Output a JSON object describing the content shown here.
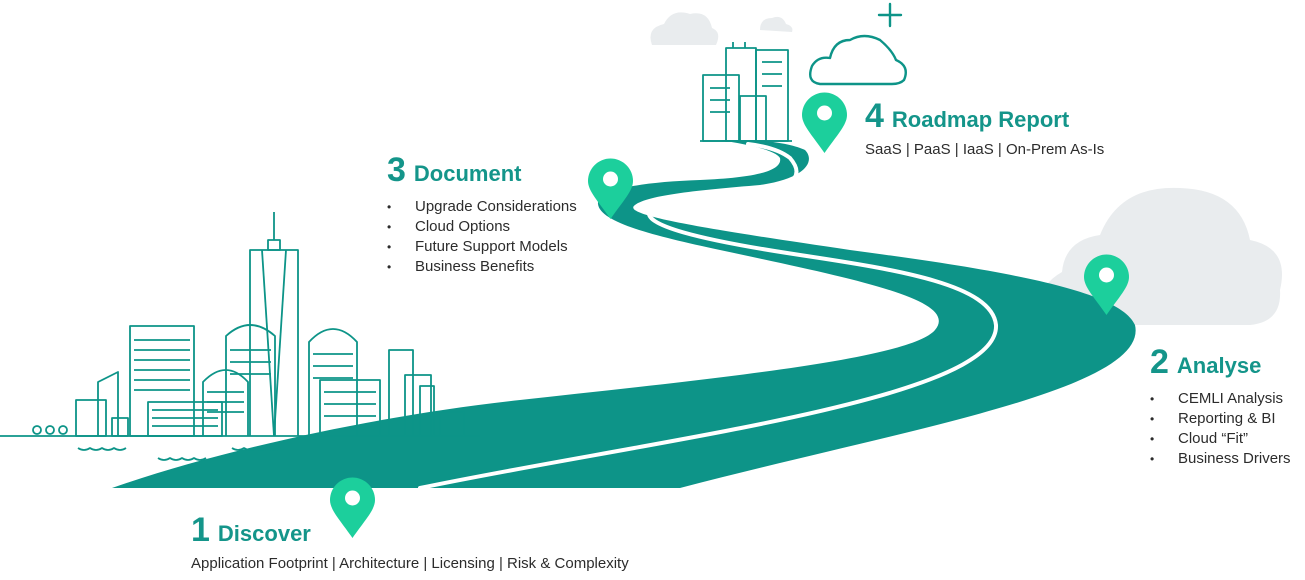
{
  "colors": {
    "road": "#0d9488",
    "road_dark": "#0a8178",
    "lines": "#0d9488",
    "pin": "#1ccf9c",
    "heading": "#14958a",
    "text": "#2c2c2c",
    "cloud": "#e9ecee"
  },
  "steps": [
    {
      "number": "1",
      "title": "Discover",
      "subtitle": "Application Footprint | Architecture | Licensing | Risk & Complexity",
      "bullets": []
    },
    {
      "number": "2",
      "title": "Analyse",
      "subtitle": "",
      "bullets": [
        "CEMLI Analysis",
        "Reporting & BI",
        "Cloud “Fit”",
        "Business Drivers"
      ]
    },
    {
      "number": "3",
      "title": "Document",
      "subtitle": "",
      "bullets": [
        "Upgrade Considerations",
        "Cloud Options",
        "Future Support Models",
        "Business Benefits"
      ]
    },
    {
      "number": "4",
      "title": "Roadmap Report",
      "subtitle": "SaaS | PaaS | IaaS | On-Prem As-Is",
      "bullets": []
    }
  ],
  "icons": [
    "skyline-icon",
    "city-destination-icon",
    "cloud-plus-icon",
    "cloud-icon",
    "location-pin-icon"
  ]
}
